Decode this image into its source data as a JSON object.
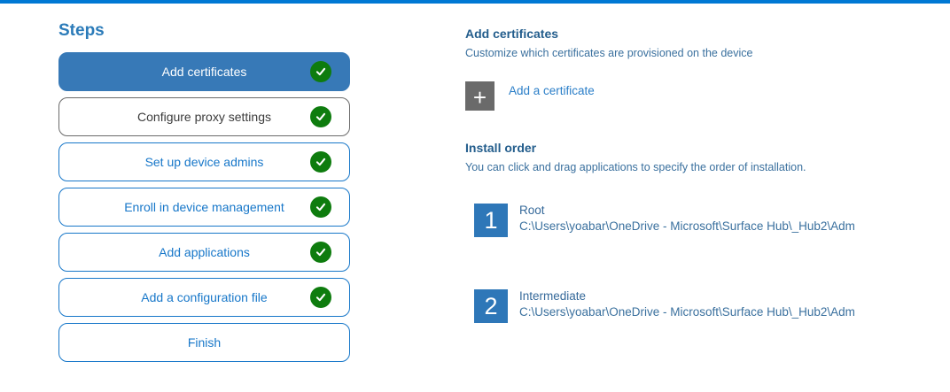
{
  "colors": {
    "top_bar": "#0078d4",
    "selected_step_bg": "#3779b7",
    "step_border_blue": "#1777c9",
    "visited_step_border": "#6a6a6a",
    "check_green": "#0e7c0e",
    "heading_blue": "#235d8c",
    "body_blue": "#3a709e",
    "link_blue": "#2a7ec8",
    "order_badge_blue": "#2e77b8",
    "plus_square_gray": "#6a6a6a"
  },
  "sidebar": {
    "title": "Steps",
    "steps": [
      {
        "label": "Add certificates",
        "state": "selected",
        "checked": true
      },
      {
        "label": "Configure proxy settings",
        "state": "visited",
        "checked": true
      },
      {
        "label": "Set up device admins",
        "state": "default",
        "checked": true
      },
      {
        "label": "Enroll in device management",
        "state": "default",
        "checked": true
      },
      {
        "label": "Add applications",
        "state": "default",
        "checked": true
      },
      {
        "label": "Add a configuration file",
        "state": "default",
        "checked": true
      },
      {
        "label": "Finish",
        "state": "default",
        "checked": false
      }
    ]
  },
  "main": {
    "section_title": "Add certificates",
    "section_subtitle": "Customize which certificates are provisioned on the device",
    "add_button": {
      "glyph": "+",
      "label": "Add a certificate"
    },
    "install_order": {
      "title": "Install order",
      "subtitle": "You can click and drag applications to specify the order of installation.",
      "items": [
        {
          "order": "1",
          "name": "Root",
          "path": "C:\\Users\\yoabar\\OneDrive - Microsoft\\Surface Hub\\_Hub2\\Adm"
        },
        {
          "order": "2",
          "name": "Intermediate",
          "path": "C:\\Users\\yoabar\\OneDrive - Microsoft\\Surface Hub\\_Hub2\\Adm"
        }
      ]
    }
  }
}
